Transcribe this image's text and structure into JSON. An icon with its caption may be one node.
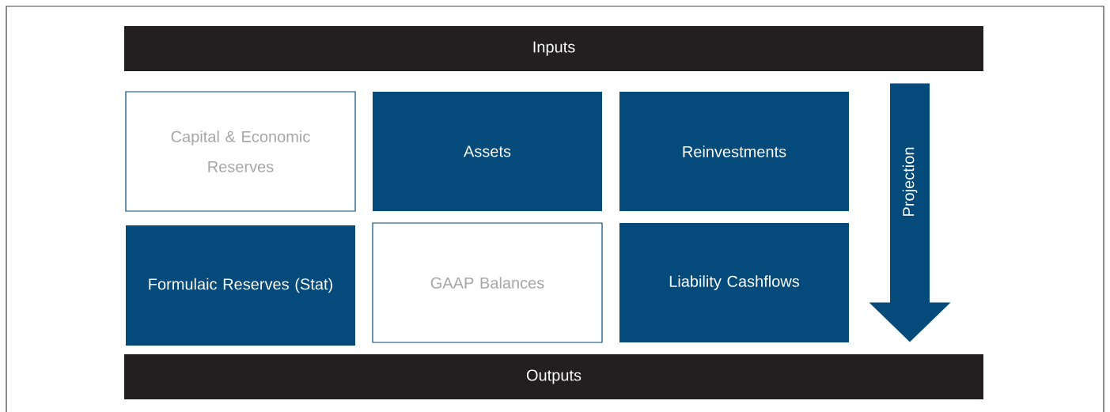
{
  "diagram": {
    "nodes": [
      {
        "text": [
          "Inputs"
        ]
      },
      {
        "text": [
          "Capital & Economic Reserves"
        ]
      },
      {
        "text": [
          "Assets"
        ]
      },
      {
        "text": [
          "Reinvestments"
        ]
      },
      {
        "text": [
          "Formulaic Reserves (Stat)"
        ]
      },
      {
        "text": [
          "GAAP Balances"
        ]
      },
      {
        "text": [
          "Liability Cashflows"
        ]
      },
      {
        "text": [
          "Outputs"
        ]
      }
    ],
    "edges": [
      {
        "from": 0,
        "to": 7,
        "arrow": "to",
        "label": "Projection"
      }
    ]
  }
}
